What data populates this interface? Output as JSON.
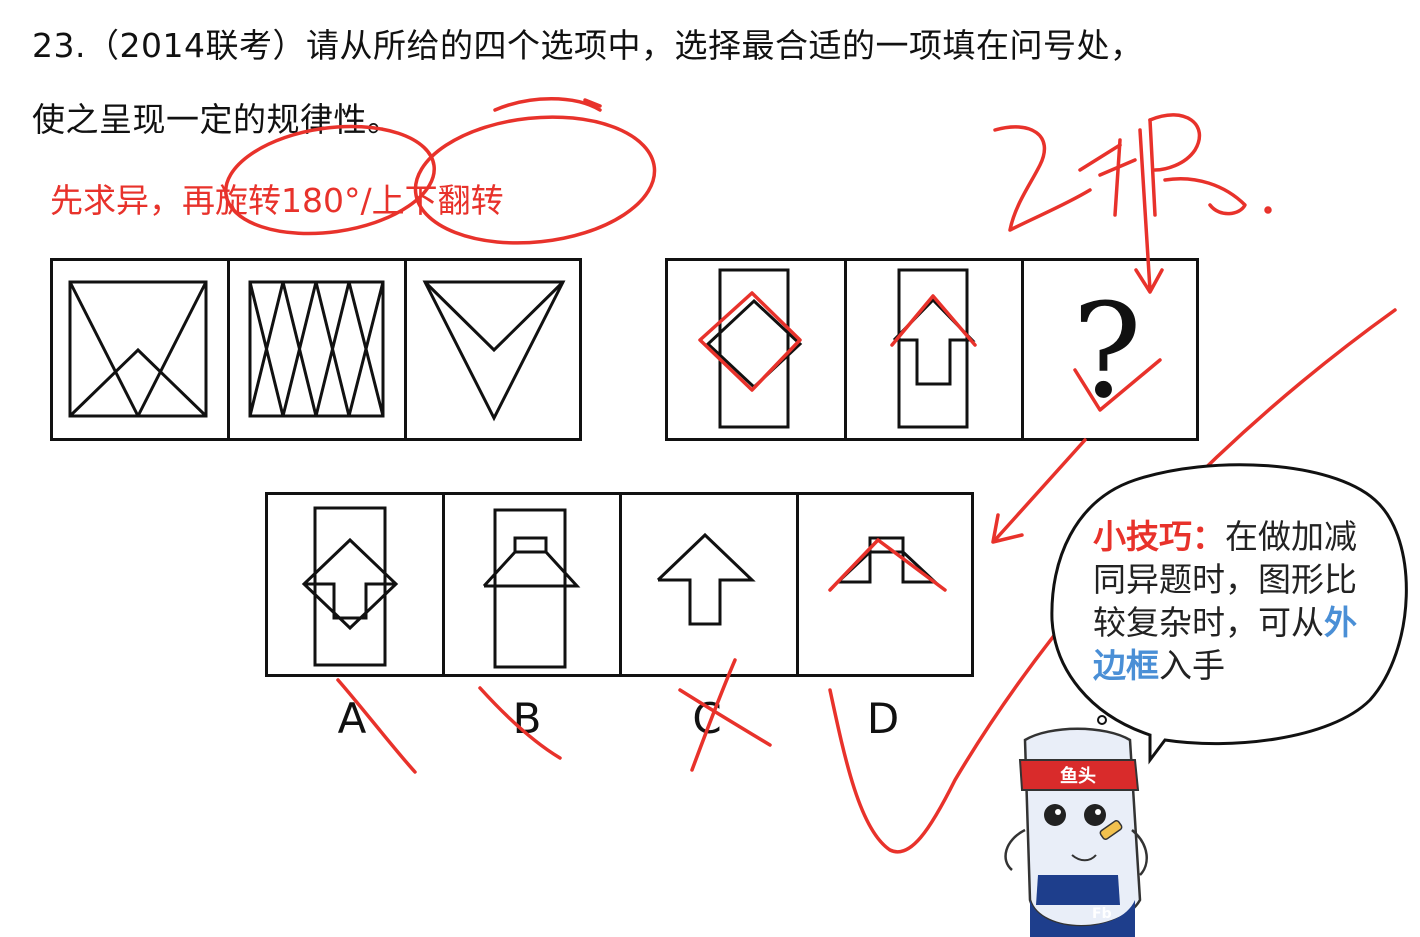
{
  "question": {
    "line1": "23.（2014联考）请从所给的四个选项中，选择最合适的一项填在问号处，",
    "line2": "使之呈现一定的规律性。"
  },
  "annotation": {
    "hint": "先求异，再旋转180°/上下翻转",
    "scribble_label": "2根"
  },
  "puzzle": {
    "missing_mark": "?"
  },
  "options": [
    "A",
    "B",
    "C",
    "D"
  ],
  "tip": {
    "title": "小技巧：",
    "body_before": "在做加减同异题时，图形比较复杂时，可从",
    "highlight": "外边框",
    "body_after": "入手"
  },
  "mascot": {
    "headband_text": "鱼头",
    "badge_text": "Fb"
  },
  "colors": {
    "ink": "#111111",
    "annotation_red": "#e8322b",
    "highlight_blue": "#4a8fd6"
  }
}
